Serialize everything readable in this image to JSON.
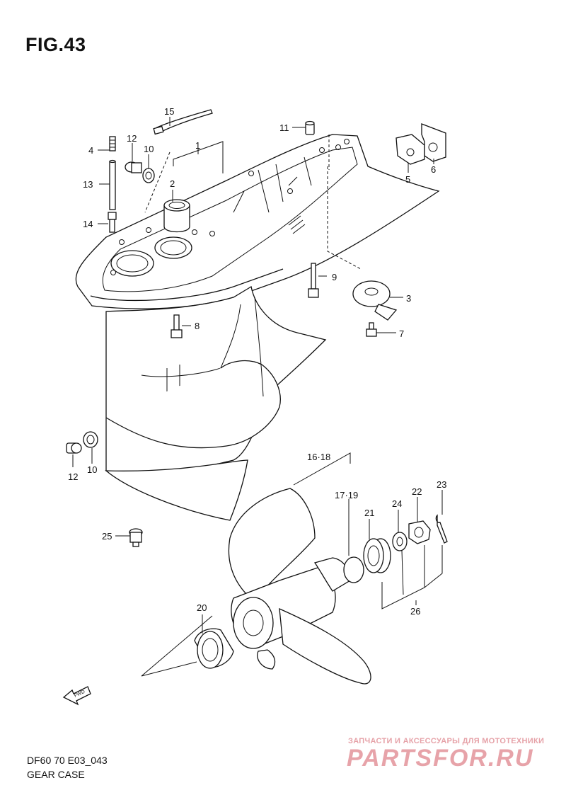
{
  "figure": {
    "title": "FIG.43",
    "code": "DF60 70 E03_043",
    "name": "GEAR CASE"
  },
  "callouts": [
    {
      "id": "c1",
      "label": "1"
    },
    {
      "id": "c2",
      "label": "2"
    },
    {
      "id": "c3",
      "label": "3"
    },
    {
      "id": "c4",
      "label": "4"
    },
    {
      "id": "c5",
      "label": "5"
    },
    {
      "id": "c6",
      "label": "6"
    },
    {
      "id": "c7",
      "label": "7"
    },
    {
      "id": "c8",
      "label": "8"
    },
    {
      "id": "c9",
      "label": "9"
    },
    {
      "id": "c10a",
      "label": "10"
    },
    {
      "id": "c10b",
      "label": "10"
    },
    {
      "id": "c11",
      "label": "11"
    },
    {
      "id": "c12a",
      "label": "12"
    },
    {
      "id": "c12b",
      "label": "12"
    },
    {
      "id": "c13",
      "label": "13"
    },
    {
      "id": "c14",
      "label": "14"
    },
    {
      "id": "c15",
      "label": "15"
    },
    {
      "id": "c16",
      "label": "16·18"
    },
    {
      "id": "c17",
      "label": "17·19"
    },
    {
      "id": "c20",
      "label": "20"
    },
    {
      "id": "c21",
      "label": "21"
    },
    {
      "id": "c22",
      "label": "22"
    },
    {
      "id": "c23",
      "label": "23"
    },
    {
      "id": "c24",
      "label": "24"
    },
    {
      "id": "c25",
      "label": "25"
    },
    {
      "id": "c26",
      "label": "26"
    }
  ],
  "fwd_label": "FWD",
  "watermark": {
    "tagline": "ЗАПЧАСТИ И АКСЕССУАРЫ ДЛЯ МОТОТЕХНИКИ",
    "brand": "PARTSFOR.RU"
  },
  "colors": {
    "line": "#111111",
    "background": "#ffffff",
    "watermark": "#e7a3a9"
  }
}
